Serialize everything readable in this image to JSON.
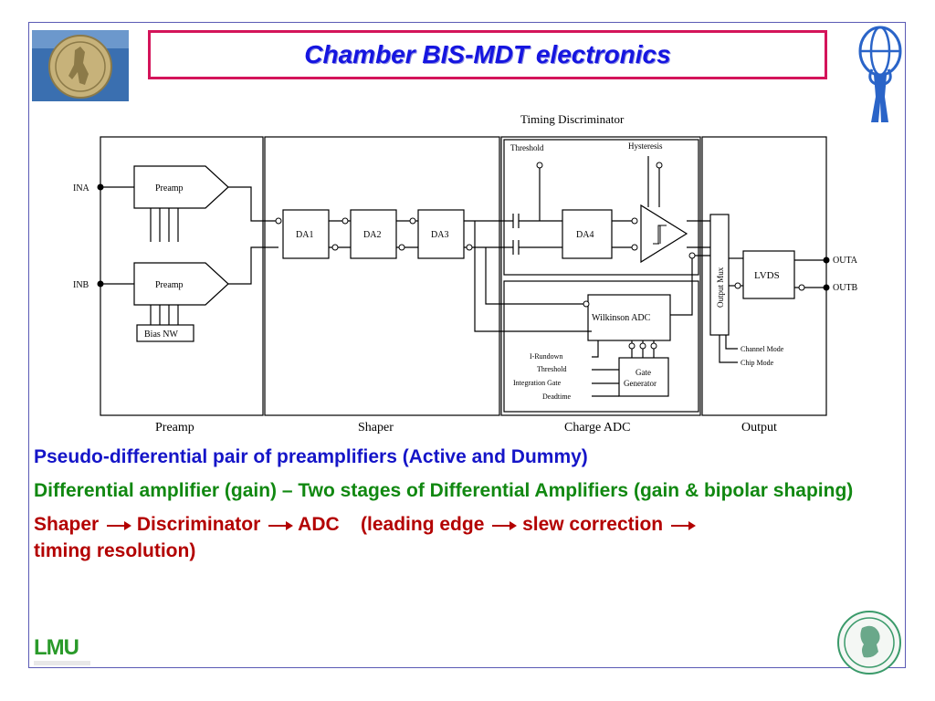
{
  "title": "Chamber BIS-MDT electronics",
  "diagram": {
    "inputs": [
      "INA",
      "INB"
    ],
    "outputs": [
      "OUTA",
      "OUTB"
    ],
    "preamp": "Preamp",
    "bias": "Bias NW",
    "da1": "DA1",
    "da2": "DA2",
    "da3": "DA3",
    "da4": "DA4",
    "timing_title": "Timing Discriminator",
    "threshold": "Threshold",
    "hysteresis": "Hysteresis",
    "wilkinson": "Wilkinson ADC",
    "gate_line1": "Gate",
    "gate_line2": "Generator",
    "adc_controls": [
      "I-Rundown",
      "Threshold",
      "Integration Gate",
      "Deadtime"
    ],
    "output_mux": "Output Mux",
    "lvds": "LVDS",
    "modes": [
      "Channel Mode",
      "Chip Mode"
    ],
    "sections": [
      "Preamp",
      "Shaper",
      "Charge ADC",
      "Output"
    ]
  },
  "bullets": {
    "b1": "Pseudo-differential pair of preamplifiers (Active and Dummy)",
    "b2": "Differential amplifier (gain) – Two stages of Differential Amplifiers (gain & bipolar shaping)",
    "b3": {
      "p1": "Shaper",
      "p2": "Discriminator",
      "p3": "ADC",
      "p4": "(leading edge",
      "p5": "slew correction",
      "p6": "timing resolution)"
    }
  },
  "footer": {
    "logo_text": "LMU"
  },
  "colors": {
    "title": "#1515e0",
    "title_frame": "#d4145a",
    "blue": "#1515c8",
    "green": "#118811",
    "red": "#b30000"
  }
}
